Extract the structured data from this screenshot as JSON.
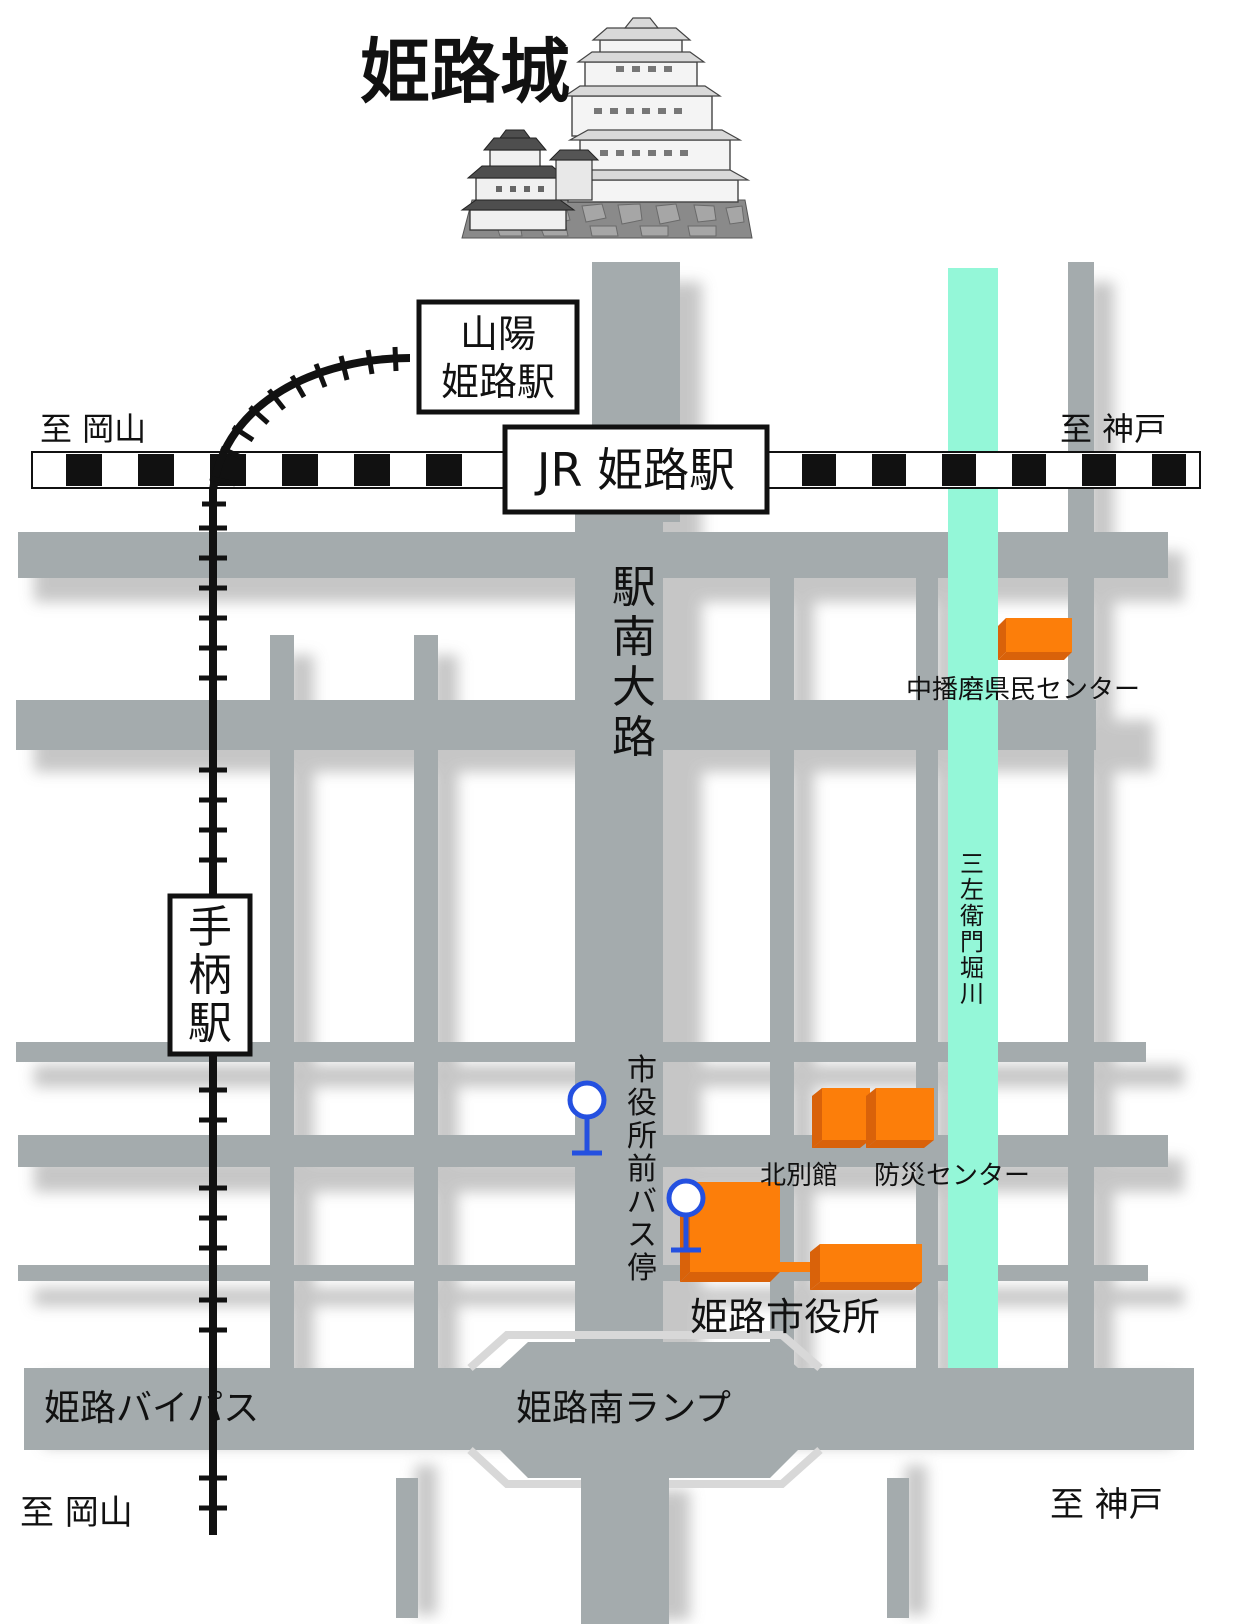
{
  "title": "姫路城",
  "stations": {
    "sanyo": [
      "山陽",
      "姫路駅"
    ],
    "jr": "JR 姫路駅",
    "tegara": [
      "手",
      "柄",
      "駅"
    ]
  },
  "directions": {
    "okayama_top": "至 岡山",
    "kobe_top": "至 神戸",
    "okayama_bottom": "至 岡山",
    "kobe_bottom": "至 神戸"
  },
  "streets": {
    "ekinan": [
      "駅",
      "南",
      "大",
      "路"
    ],
    "bypass": "姫路バイパス",
    "ramp": "姫路南ランプ",
    "canal": [
      "三",
      "左",
      "衛",
      "門",
      "堀",
      "川"
    ]
  },
  "places": {
    "nakaharima": "中播磨県民センター",
    "kitabekkan": "北別館",
    "bousai": "防災センター",
    "city_hall": "姫路市役所"
  },
  "bus_stop": {
    "label": [
      "市",
      "役",
      "所",
      "前",
      "バ",
      "ス",
      "停"
    ]
  },
  "colors": {
    "road": "#a4abad",
    "road_shadow": "#c6c6c6",
    "canal": "#94f7d8",
    "building": "#fc7e0a",
    "building_dark": "#d9620a",
    "bus_stop": "#2450e0",
    "rail_dark": "#111111"
  }
}
